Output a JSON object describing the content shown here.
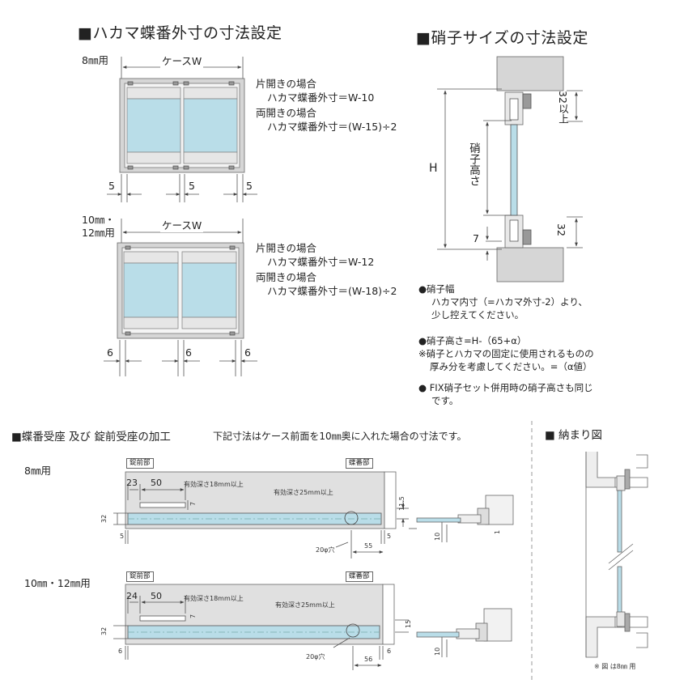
{
  "hinge": {
    "title": "■ハカマ蝶番外寸の寸法設定",
    "case_w": "ケースW",
    "block1": {
      "size": "8㎜用",
      "single_label": "片開きの場合",
      "single_formula": "ハカマ蝶番外寸＝W-10",
      "double_label": "両開きの場合",
      "double_formula": "ハカマ蝶番外寸＝(W-15)÷2",
      "d1": "5",
      "d2": "5",
      "d3": "5"
    },
    "block2": {
      "size1": "10㎜・",
      "size2": "12㎜用",
      "single_label": "片開きの場合",
      "single_formula": "ハカマ蝶番外寸＝W-12",
      "double_label": "両開きの場合",
      "double_formula": "ハカマ蝶番外寸＝(W-18)÷2",
      "d1": "6",
      "d2": "6",
      "d3": "6"
    }
  },
  "glass": {
    "title": "■硝子サイズの寸法設定",
    "H": "H",
    "glass_height": "硝子高さ",
    "d_top": "32以上",
    "d_bottom": "32",
    "d_seven": "7",
    "notes": {
      "n1_head": "●硝子幅",
      "n1_l1": "ハカマ内寸（=ハカマ外寸-2）より、",
      "n1_l2": "少し控えてください。",
      "n2_head": "●硝子高さ=H-（65+α）",
      "n2_l1": "※硝子とハカマの固定に使用されるものの",
      "n2_l2": "厚み分を考慮してください。=（α値）",
      "n3_l1": "●  FIX硝子セット併用時の硝子高さも同じ",
      "n3_l2": "です。"
    }
  },
  "machining": {
    "title": "■蝶番受座 及び 錠前受座の加工",
    "subtitle": "下記寸法はケース前面を10㎜奥に入れた場合の寸法です。",
    "row1": {
      "size": "8㎜用",
      "lock_tag": "錠前部",
      "hinge_tag": "蝶番部",
      "d23": "23",
      "d50": "50",
      "depth18": "有効深さ18mm以上",
      "depth25": "有効深さ25mm以上",
      "d7": "7",
      "d32": "32",
      "d115": "11.5",
      "d5a": "5",
      "d5b": "5",
      "d55": "55",
      "hole": "20φ穴",
      "d10": "10",
      "d1": "1"
    },
    "row2": {
      "size": "10㎜・12㎜用",
      "lock_tag": "錠前部",
      "hinge_tag": "蝶番部",
      "d24": "24",
      "d50": "50",
      "depth18": "有効深さ18mm以上",
      "depth25": "有効深さ25mm以上",
      "d7": "7",
      "d32": "32",
      "d15": "15",
      "d6a": "6",
      "d6b": "6",
      "d56": "56",
      "hole": "20φ穴",
      "d10": "10"
    }
  },
  "fit": {
    "title": "■ 納まり図",
    "note": "※ 図 は8㎜ 用"
  },
  "colors": {
    "glass": "#b9dde8",
    "frame": "#f2f2f2",
    "case": "#d6d6d6",
    "line": "#555555"
  }
}
